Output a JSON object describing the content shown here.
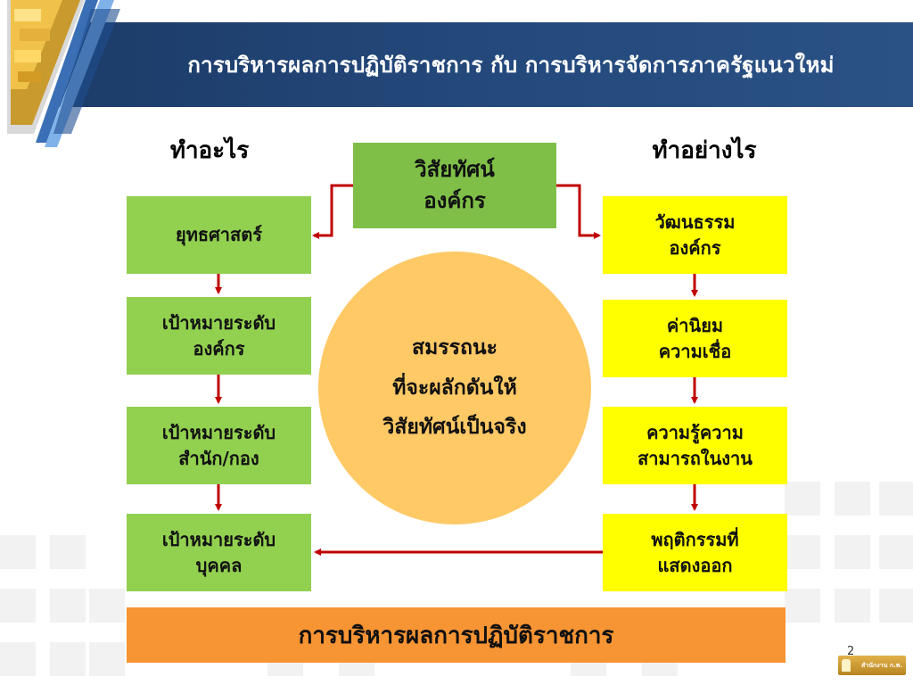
{
  "header": {
    "title": "การบริหารผลการปฏิบัติราชการ กับ การบริหารจัดการภาครัฐแนวใหม่"
  },
  "columns": {
    "left_heading": "ทำอะไร",
    "right_heading": "ทำอย่างไร"
  },
  "top_box": {
    "line1": "วิสัยทัศน์",
    "line2": "องค์กร"
  },
  "left_boxes": [
    {
      "line1": "ยุทธศาสตร์",
      "line2": ""
    },
    {
      "line1": "เป้าหมายระดับ",
      "line2": "องค์กร"
    },
    {
      "line1": "เป้าหมายระดับ",
      "line2": "สำนัก/กอง"
    },
    {
      "line1": "เป้าหมายระดับ",
      "line2": "บุคคล"
    }
  ],
  "right_boxes": [
    {
      "line1": "วัฒนธรรม",
      "line2": "องค์กร"
    },
    {
      "line1": "ค่านิยม",
      "line2": "ความเชื่อ"
    },
    {
      "line1": "ความรู้ความ",
      "line2": "สามารถในงาน"
    },
    {
      "line1": "พฤติกรรมที่",
      "line2": "แสดงออก"
    }
  ],
  "circle": {
    "line1": "สมรรถนะ",
    "line2": "ที่จะผลักดันให้",
    "line3": "วิสัยทัศน์เป็นจริง"
  },
  "bottom_bar": {
    "label": "การบริหารผลการปฏิบัติราชการ"
  },
  "footer": {
    "page_number": "2",
    "logo_text": "สำนักงาน ก.พ."
  },
  "colors": {
    "header_bg": "#24497c",
    "left_box": "#92d050",
    "right_box": "#ffff00",
    "circle": "#ffc966",
    "bottom_bar": "#f79433",
    "arrow": "#c00000"
  },
  "icons": {
    "logo_thumbnail": "gold-bars-thumbnail-icon",
    "footer_logo": "ocsc-logo-icon"
  }
}
